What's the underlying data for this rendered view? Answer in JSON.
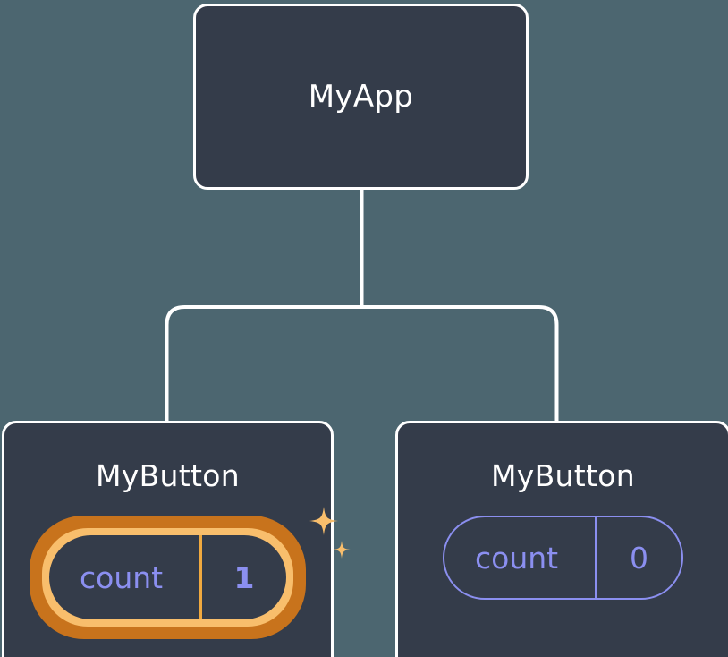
{
  "diagram": {
    "type": "component-tree",
    "background_color": "#4c6670",
    "node_fill_color": "#343c4a",
    "node_border_color": "#ffffff",
    "connector_color": "#ffffff",
    "state_text_color": "#8b8ff0",
    "highlight_outer_color": "#c8731c",
    "highlight_inner_color": "#f8be6c",
    "sparkle_color": "#f8be6c"
  },
  "root": {
    "title": "MyApp"
  },
  "children": [
    {
      "title": "MyButton",
      "state": {
        "key": "count",
        "value": "1"
      },
      "highlighted": true,
      "sparkles": true
    },
    {
      "title": "MyButton",
      "state": {
        "key": "count",
        "value": "0"
      },
      "highlighted": false,
      "sparkles": false
    }
  ]
}
